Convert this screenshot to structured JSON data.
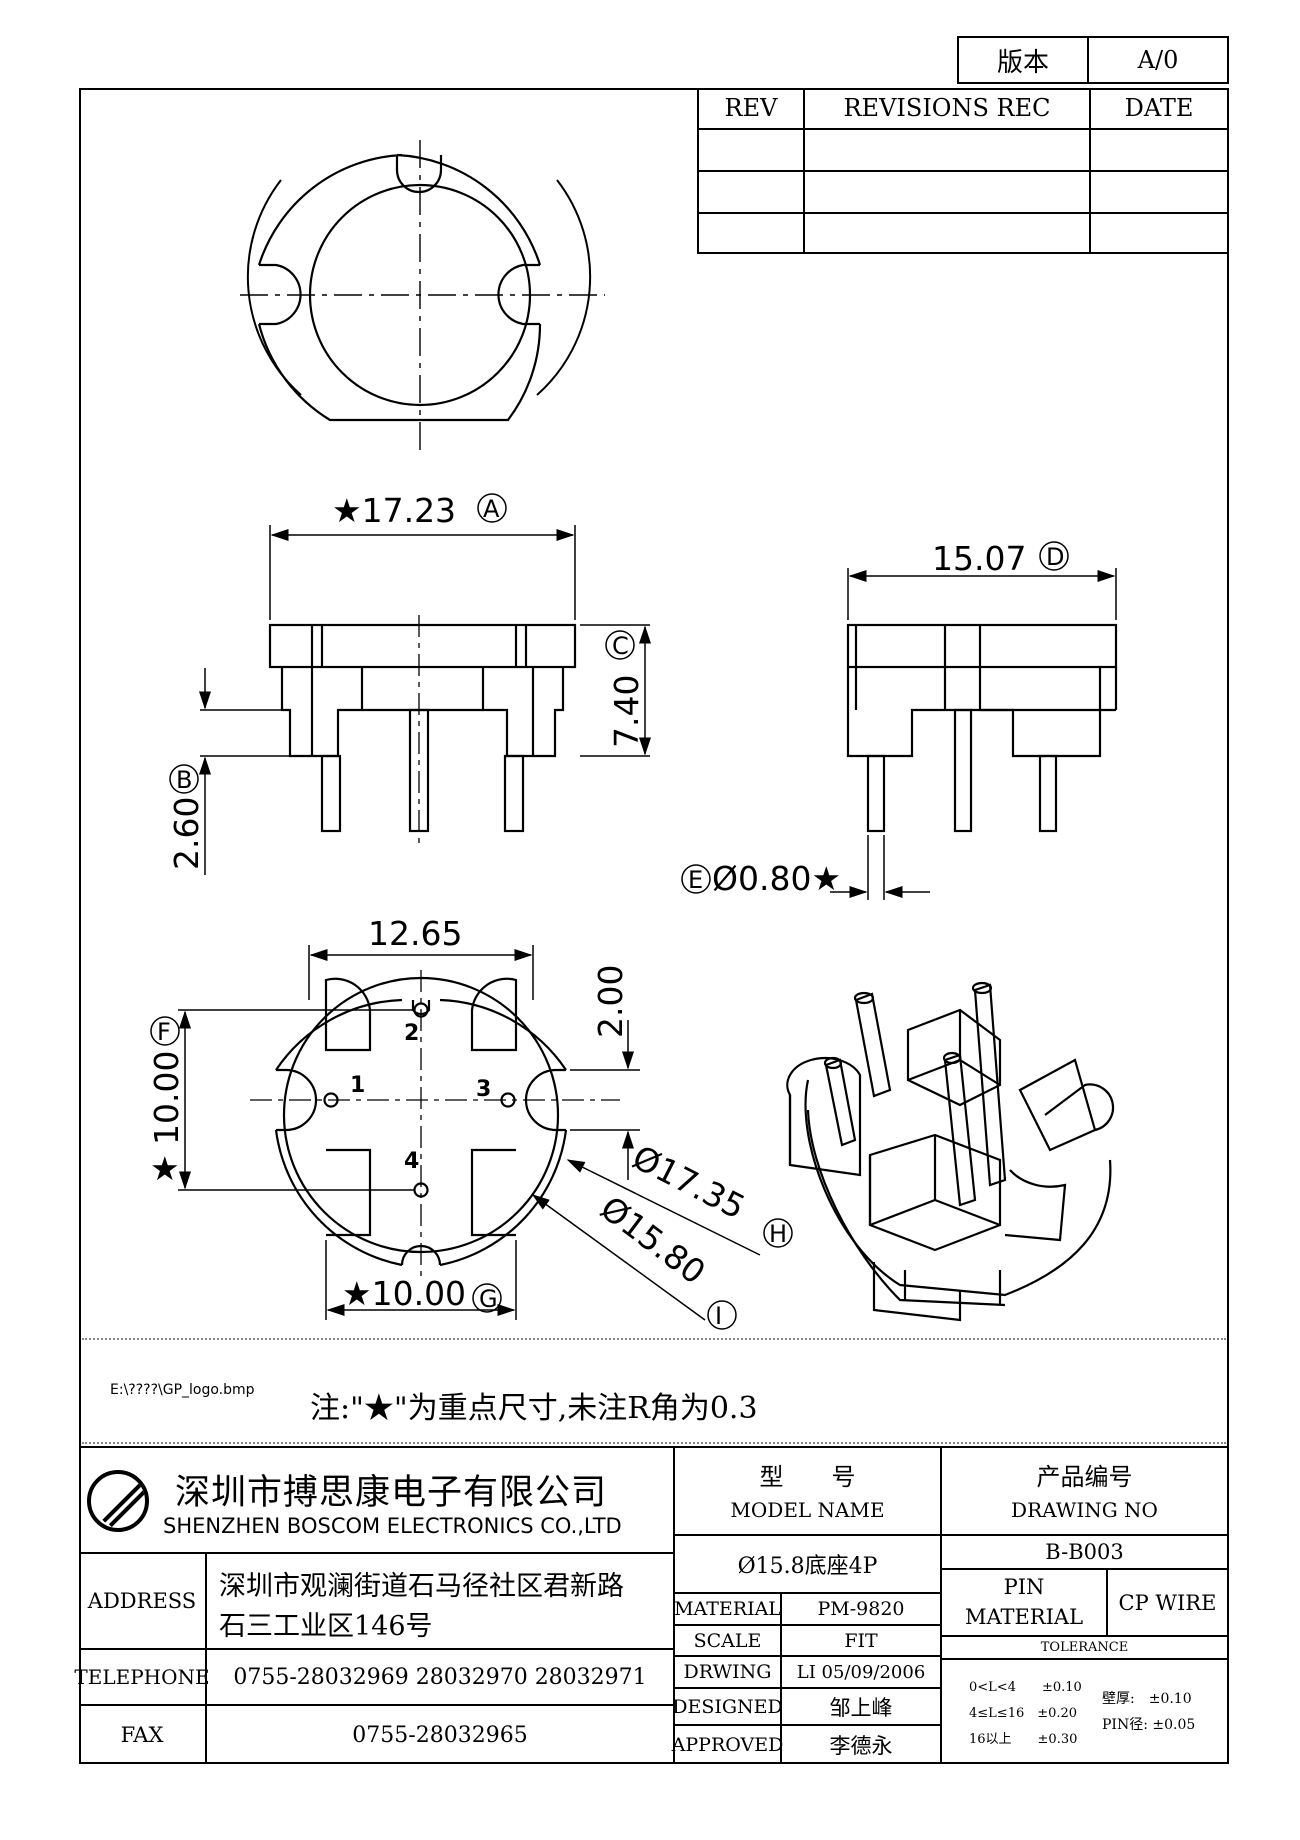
{
  "version_box": {
    "label": "版本",
    "value": "A/0"
  },
  "revisions": {
    "col_rev": "REV",
    "col_rec": "REVISIONS REC",
    "col_date": "DATE"
  },
  "dims": {
    "a": "★17.23",
    "a_tag": "A",
    "b": "2.60",
    "b_tag": "B",
    "c": "7.40",
    "c_tag": "C",
    "d": "15.07",
    "d_tag": "D",
    "e": "Ø0.80★",
    "e_tag": "E",
    "f": "10.00",
    "f_star": "★",
    "f_tag": "F",
    "g": "★10.00",
    "g_tag": "G",
    "h": "Ø17.35",
    "h_tag": "H",
    "i": "Ø15.80",
    "i_tag": "I",
    "width_bottom": "12.65",
    "slot": "2.00"
  },
  "pins": {
    "p1": "1",
    "p2": "2",
    "p3": "3",
    "p4": "4"
  },
  "logo_path": "E:\\????\\GP_logo.bmp",
  "note": "注:\"★\"为重点尺寸,未注R角为0.3",
  "company": {
    "cn": "深圳市搏思康电子有限公司",
    "en": "SHENZHEN BOSCOM ELECTRONICS CO.,LTD"
  },
  "address": {
    "label": "ADDRESS",
    "line1": "深圳市观澜街道石马径社区君新路",
    "line2": "石三工业区146号"
  },
  "telephone": {
    "label": "TELEPHONE",
    "value": "0755-28032969 28032970 28032971"
  },
  "fax": {
    "label": "FAX",
    "value": "0755-28032965"
  },
  "model": {
    "label_cn": "型　　号",
    "label_en": "MODEL NAME",
    "value": "Ø15.8底座4P"
  },
  "drawing": {
    "label_cn": "产品编号",
    "label_en": "DRAWING NO",
    "value": "B-B003"
  },
  "material": {
    "label": "MATERIAL",
    "value": "PM-9820"
  },
  "scale": {
    "label": "SCALE",
    "value": "FIT"
  },
  "drwing": {
    "label": "DRWING",
    "value": "LI 05/09/2006"
  },
  "designed": {
    "label": "DESIGNED",
    "value": "邹上峰"
  },
  "approved": {
    "label": "APPROVED",
    "value": "李德永"
  },
  "pin_material": {
    "label1": "PIN",
    "label2": "MATERIAL",
    "value": "CP WIRE"
  },
  "tolerance": {
    "label": "TOLERANCE",
    "r1": "0<L<4　　±0.10",
    "r2": "4≤L≤16　±0.20",
    "r3": "16以上　　±0.30",
    "w1": "壁厚:　±0.10",
    "w2": "PIN径: ±0.05"
  }
}
